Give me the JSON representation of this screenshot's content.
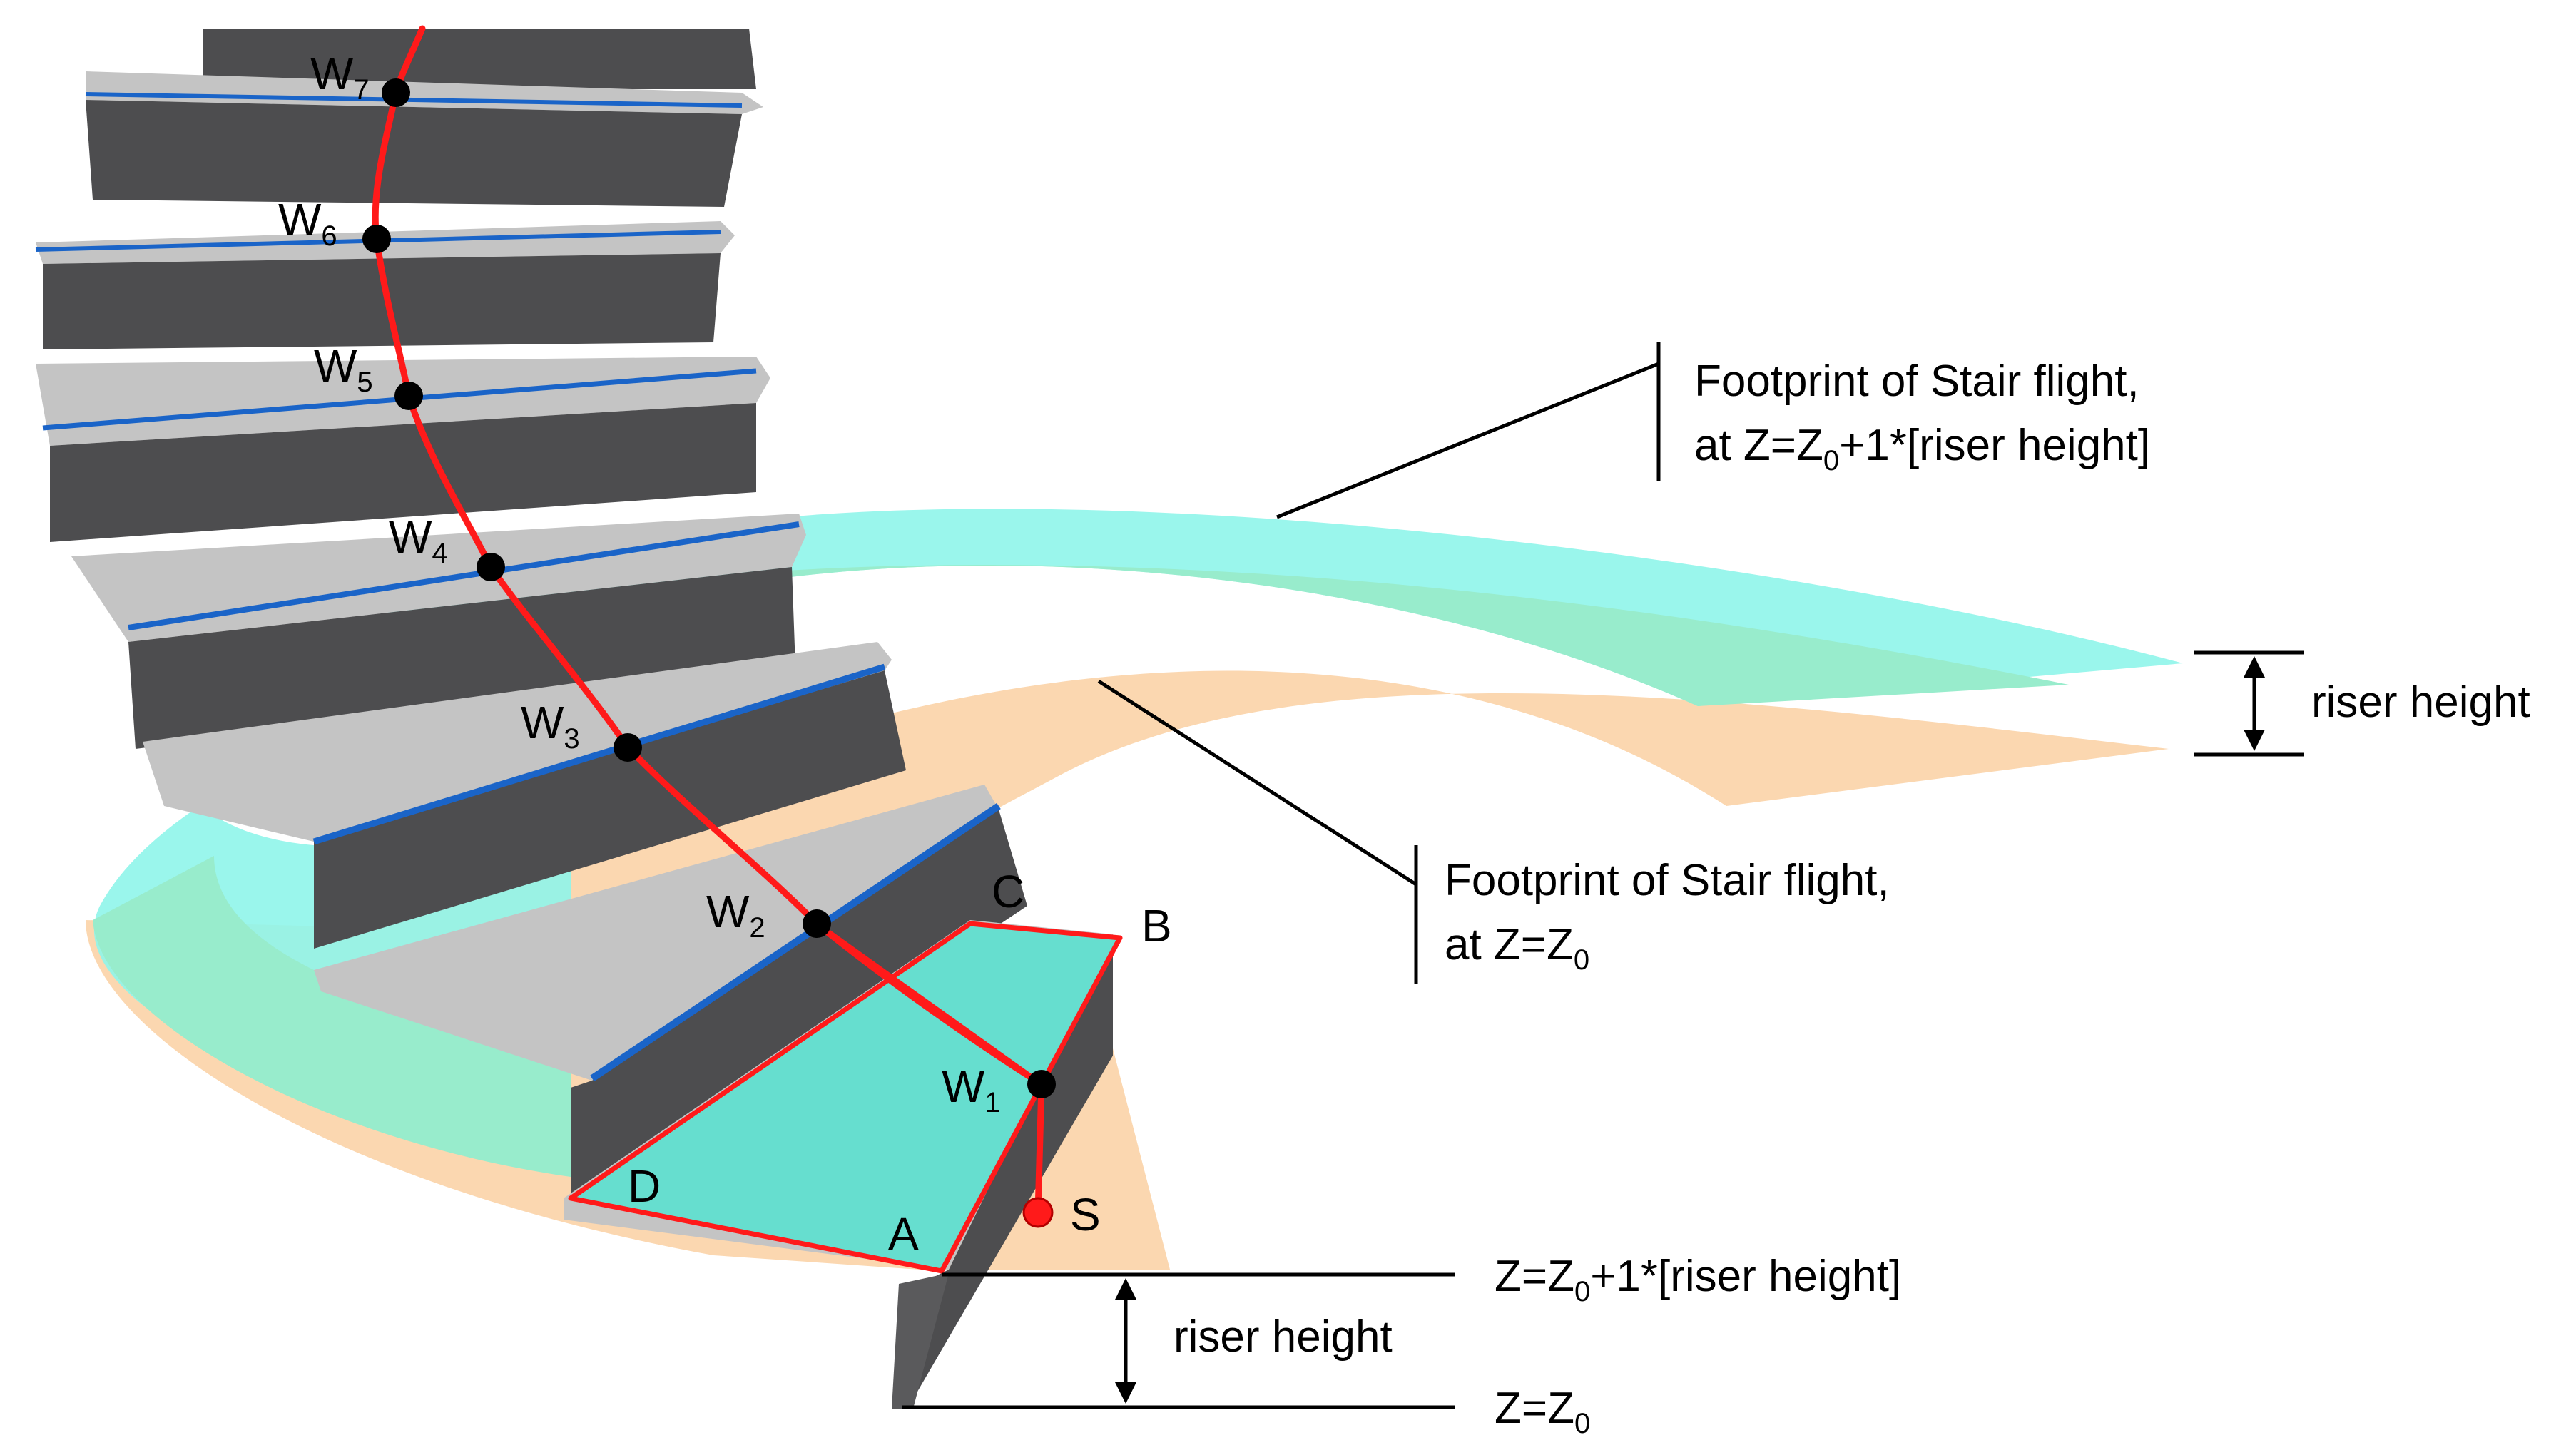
{
  "labels": {
    "upper_footprint_line1": "Footprint of Stair flight,",
    "upper_footprint_line2_prefix": "at Z=Z",
    "upper_footprint_line2_sub": "0",
    "upper_footprint_line2_suffix": "+1*[riser height]",
    "lower_footprint_line1": "Footprint of Stair flight,",
    "lower_footprint_line2_prefix": "at Z=Z",
    "lower_footprint_line2_sub": "0",
    "riser_height_right": "riser height",
    "riser_height_bottom": "riser height",
    "z_upper_prefix": "Z=Z",
    "z_upper_sub": "0",
    "z_upper_suffix": "+1*[riser height]",
    "z_lower_prefix": "Z=Z",
    "z_lower_sub": "0"
  },
  "waypoints": [
    {
      "letter": "W",
      "sub": "7"
    },
    {
      "letter": "W",
      "sub": "6"
    },
    {
      "letter": "W",
      "sub": "5"
    },
    {
      "letter": "W",
      "sub": "4"
    },
    {
      "letter": "W",
      "sub": "3"
    },
    {
      "letter": "W",
      "sub": "2"
    },
    {
      "letter": "W",
      "sub": "1"
    }
  ],
  "points": {
    "A": "A",
    "B": "B",
    "C": "C",
    "D": "D",
    "S": "S"
  },
  "colors": {
    "upper_footprint": "#8ff5ea",
    "lower_footprint": "#fbd7b0",
    "overlap": "#98eccc",
    "tread_top": "#c4c4c4",
    "riser_face": "#4d4d4f",
    "nosing": "#1a64c8",
    "walkline": "#ff1a1a",
    "first_tread": "#66decf"
  }
}
